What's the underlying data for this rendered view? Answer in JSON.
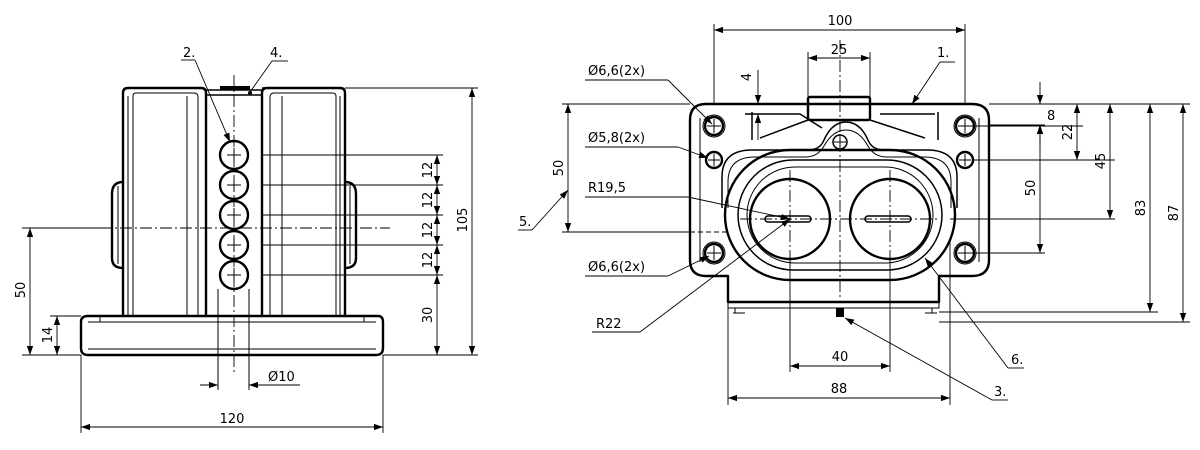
{
  "drawing": {
    "left_view": {
      "callouts": [
        "2.",
        "4."
      ],
      "vertical_pitch": [
        "12",
        "12",
        "12",
        "12"
      ],
      "dim_30": "30",
      "dim_105": "105",
      "dim_50": "50",
      "dim_14": "14",
      "dim_dia10": "Ø10",
      "dim_120": "120"
    },
    "right_view": {
      "dim_100": "100",
      "dim_25": "25",
      "dim_4": "4",
      "callout_1": "1.",
      "hole_top": "Ø6,6(2x)",
      "hole_mid": "Ø5,8(2x)",
      "hole_bot": "Ø6,6(2x)",
      "dim_r195": "R19,5",
      "dim_r22": "R22",
      "dim_50_left": "50",
      "callout_5": "5.",
      "dim_8": "8",
      "dim_22": "22",
      "dim_45": "45",
      "dim_50_right": "50",
      "dim_83": "83",
      "dim_87": "87",
      "dim_40": "40",
      "dim_88": "88",
      "callout_6": "6.",
      "callout_3": "3."
    }
  }
}
